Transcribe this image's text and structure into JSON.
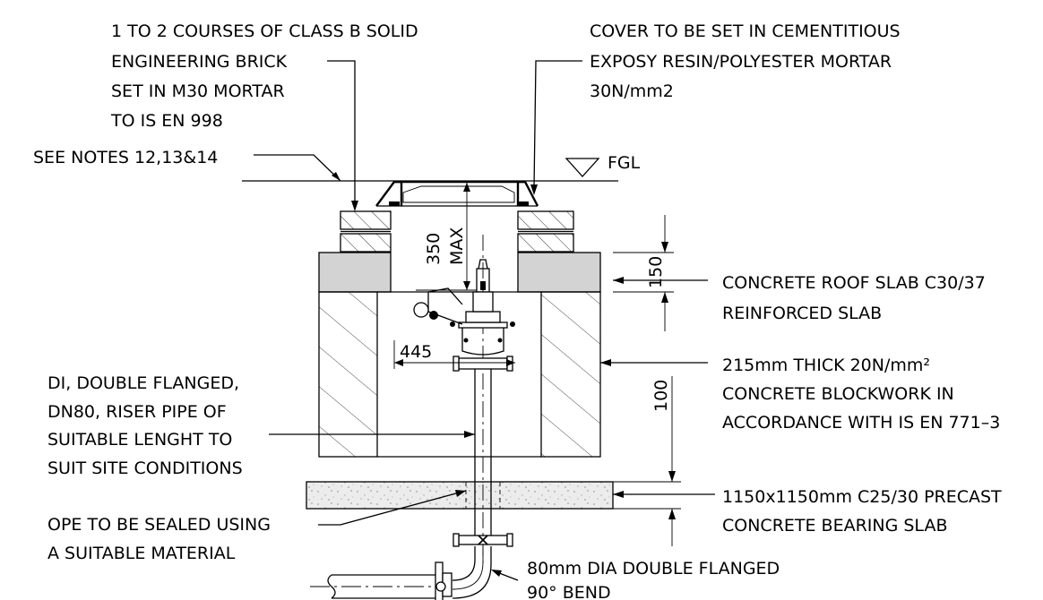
{
  "labels": {
    "brick": [
      "1 TO 2 COURSES OF CLASS B SOLID",
      "ENGINEERING BRICK",
      "SET IN M30 MORTAR",
      "TO IS EN 998"
    ],
    "cover": [
      "COVER TO BE SET IN CEMENTITIOUS",
      "EXPOSY RESIN/POLYESTER MORTAR",
      "30N/mm2"
    ],
    "see_notes": "SEE NOTES 12,13&14",
    "fgl": "FGL",
    "roof_slab": [
      "CONCRETE ROOF SLAB C30/37",
      "REINFORCED SLAB"
    ],
    "blockwork": [
      "215mm THICK 20N/mm²",
      "CONCRETE BLOCKWORK IN",
      "ACCORDANCE WITH IS EN 771–3"
    ],
    "riser": [
      "DI, DOUBLE FLANGED,",
      "DN80, RISER PIPE OF",
      "SUITABLE LENGHT TO",
      "SUIT SITE CONDITIONS"
    ],
    "bearing_slab": [
      "1150x1150mm C25/30 PRECAST",
      "CONCRETE BEARING SLAB"
    ],
    "ope": [
      "OPE TO BE SEALED USING",
      "A SUITABLE MATERIAL"
    ],
    "bend": [
      "80mm DIA DOUBLE FLANGED",
      "90° BEND"
    ]
  },
  "dimensions": {
    "depth_value": "350",
    "depth_qualifier": "MAX",
    "roof_slab_thickness": "150",
    "offset": "445",
    "bearing_clearance": "100"
  }
}
